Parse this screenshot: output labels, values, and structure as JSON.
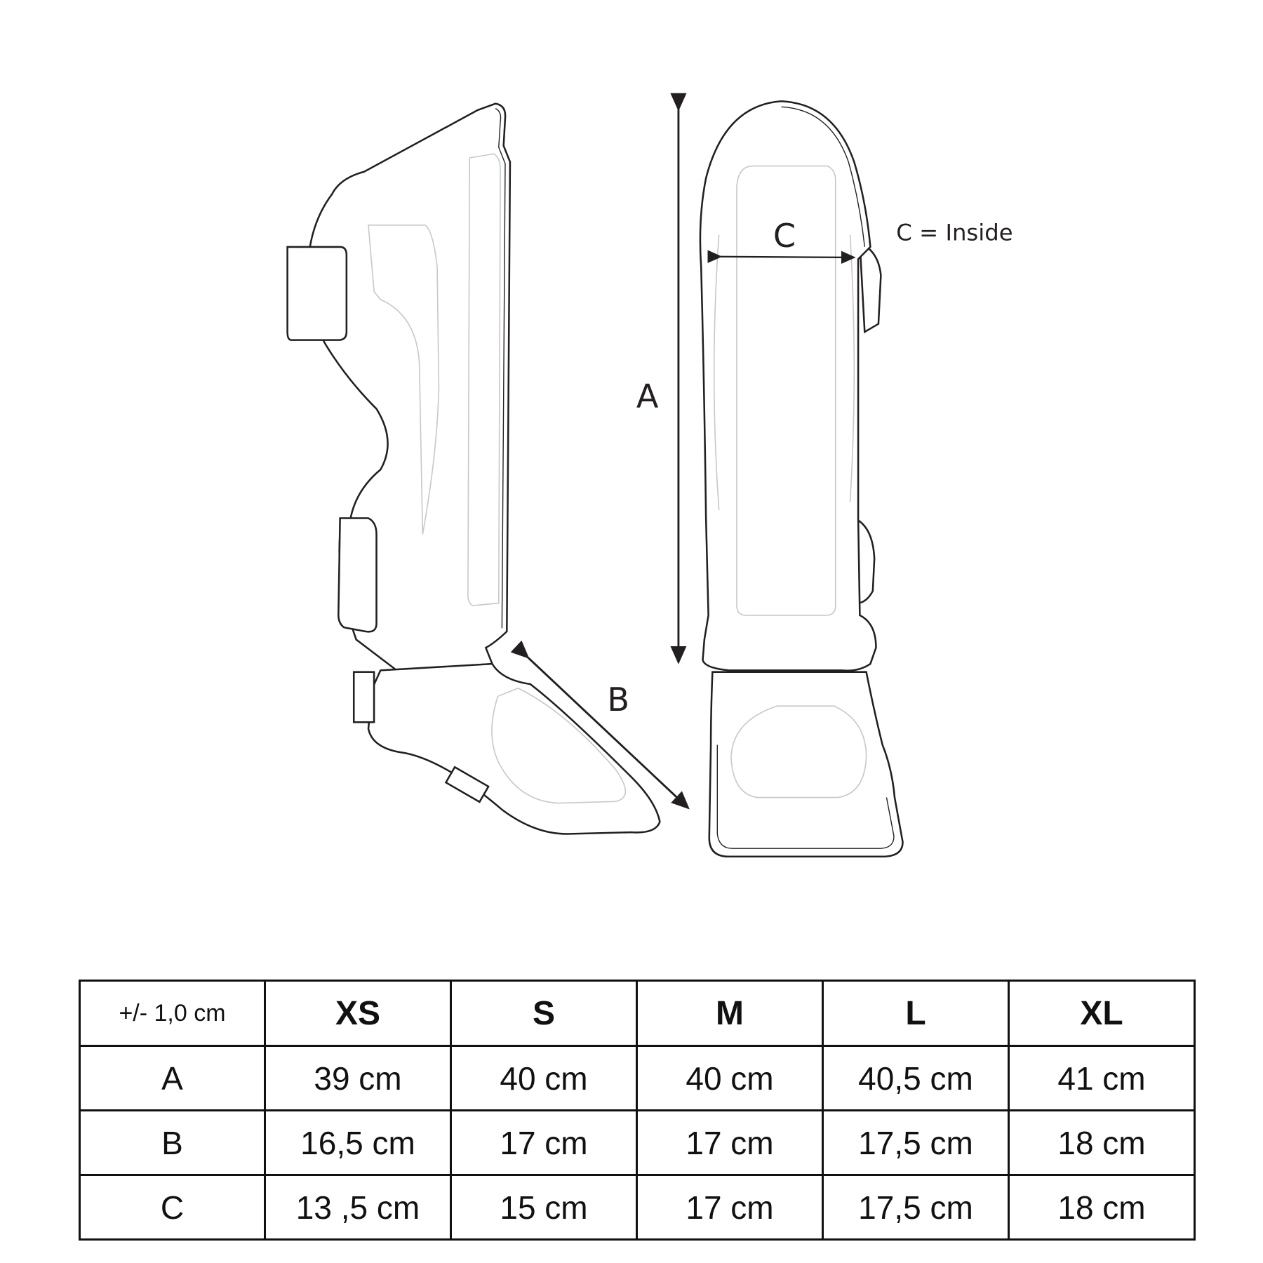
{
  "diagram": {
    "labels": {
      "A": "A",
      "B": "B",
      "C": "C",
      "c_note": "C = Inside"
    }
  },
  "size_table": {
    "tolerance": "+/- 1,0 cm",
    "sizes": [
      "XS",
      "S",
      "M",
      "L",
      "XL"
    ],
    "rows": [
      {
        "label": "A",
        "values": [
          "39 cm",
          "40 cm",
          "40 cm",
          "40,5 cm",
          "41 cm"
        ]
      },
      {
        "label": "B",
        "values": [
          "16,5 cm",
          "17 cm",
          "17 cm",
          "17,5 cm",
          "18 cm"
        ]
      },
      {
        "label": "C",
        "values": [
          "13 ,5 cm",
          "15 cm",
          "17 cm",
          "17,5 cm",
          "18 cm"
        ]
      }
    ]
  }
}
